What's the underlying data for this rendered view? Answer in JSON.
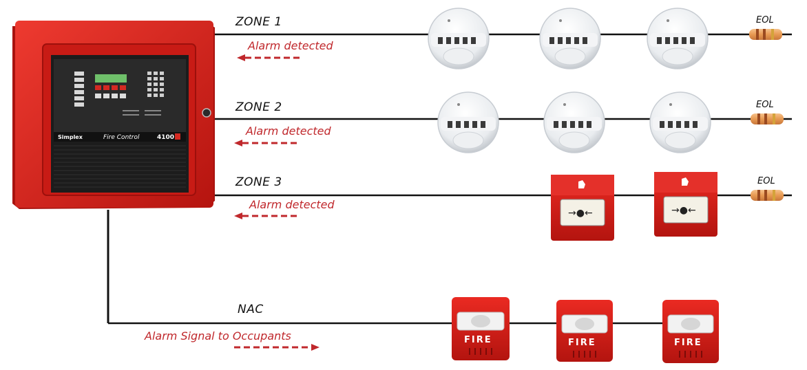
{
  "panel": {
    "brand": "Simplex",
    "title": "Fire Control",
    "model": "4100"
  },
  "zones": [
    {
      "label": "ZONE 1",
      "alarm": "Alarm detected",
      "eol": "EOL",
      "device": "smoke-detector"
    },
    {
      "label": "ZONE 2",
      "alarm": "Alarm detected",
      "eol": "EOL",
      "device": "smoke-detector"
    },
    {
      "label": "ZONE 3",
      "alarm": "Alarm detected",
      "eol": "EOL",
      "device": "manual-call-point"
    }
  ],
  "nac": {
    "label": "NAC",
    "signal": "Alarm Signal to Occupants",
    "device_text": "FIRE"
  },
  "colors": {
    "panel_red": "#d9231e",
    "alarm_red": "#c0282c",
    "wire": "#111111"
  }
}
